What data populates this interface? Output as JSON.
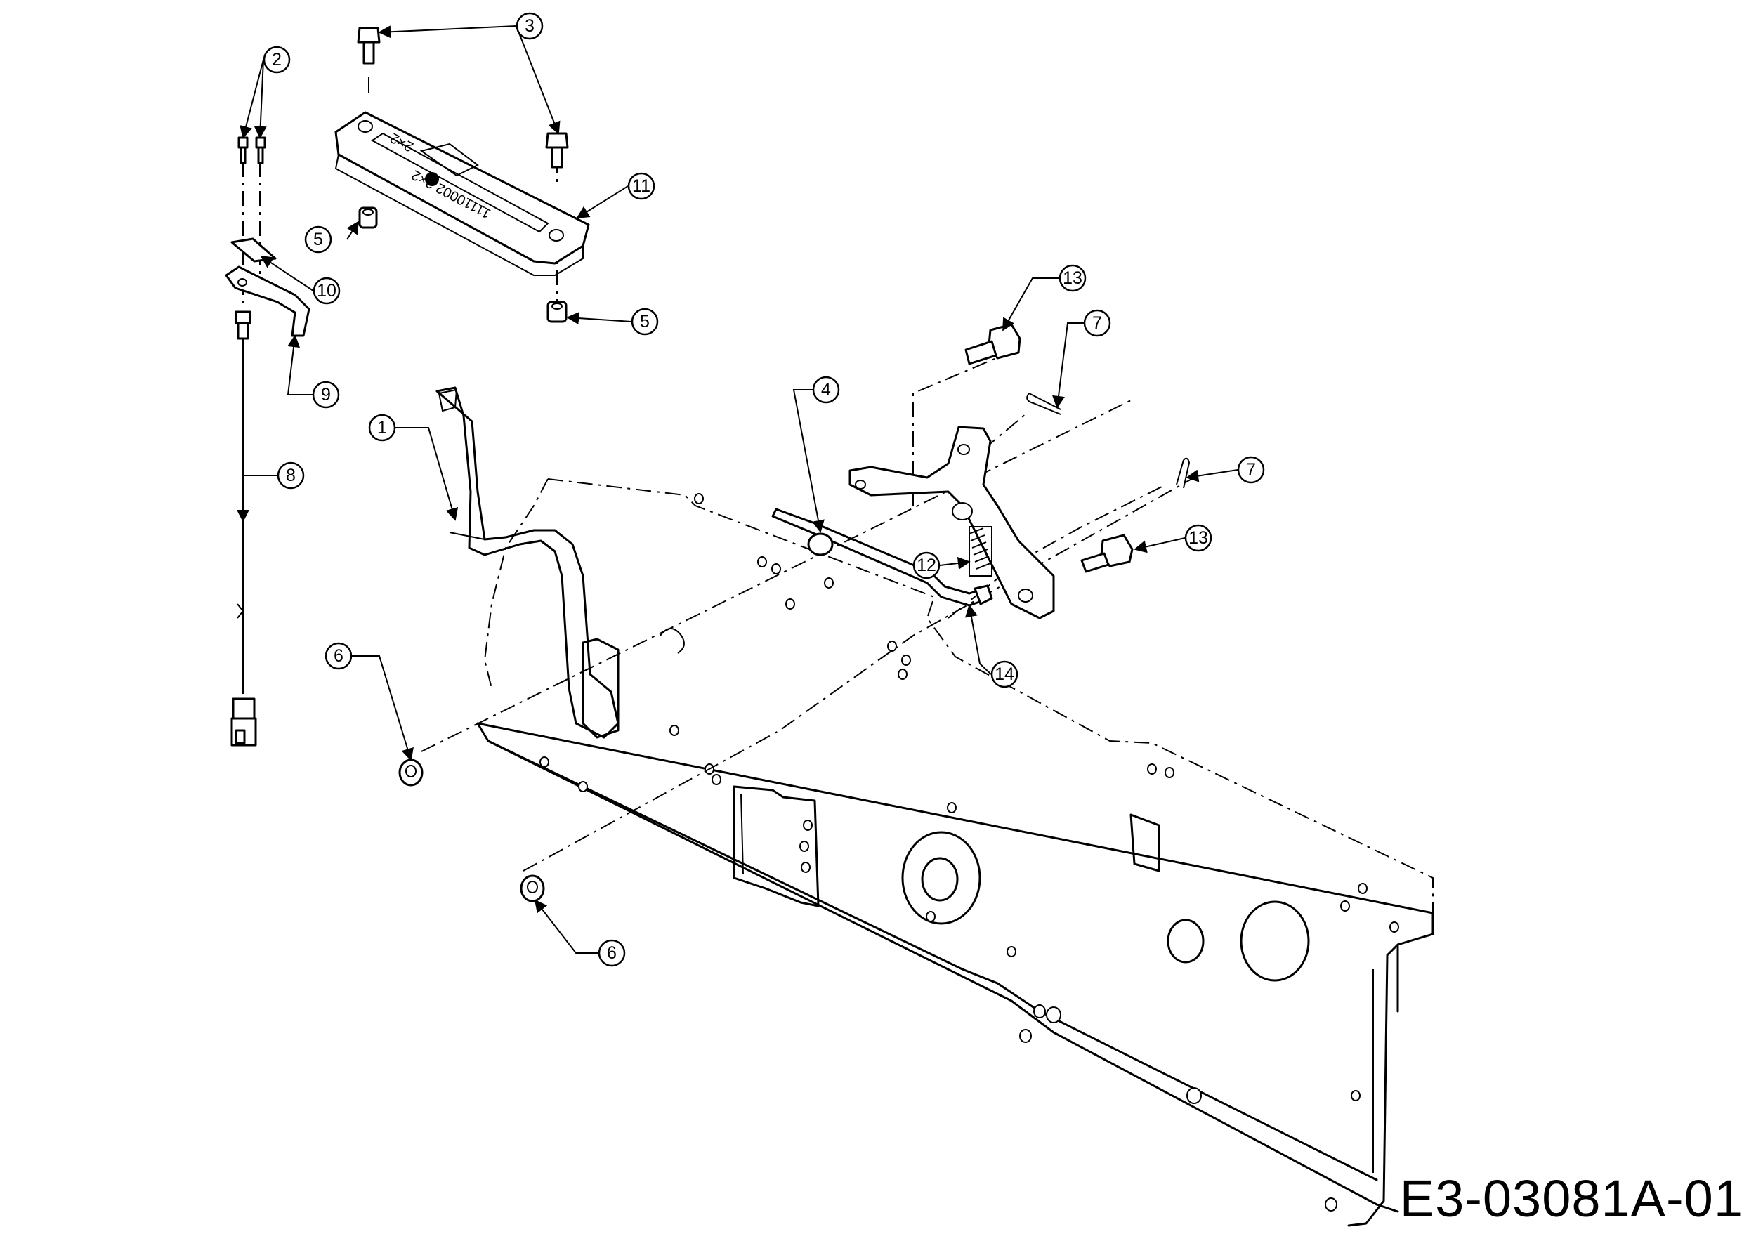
{
  "drawing_code": "E3-03081A-01",
  "callouts": [
    {
      "id": "c1",
      "label": "1"
    },
    {
      "id": "c2",
      "label": "2"
    },
    {
      "id": "c3",
      "label": "3"
    },
    {
      "id": "c4",
      "label": "4"
    },
    {
      "id": "c5a",
      "label": "5"
    },
    {
      "id": "c5b",
      "label": "5"
    },
    {
      "id": "c6a",
      "label": "6"
    },
    {
      "id": "c6b",
      "label": "6"
    },
    {
      "id": "c7a",
      "label": "7"
    },
    {
      "id": "c7b",
      "label": "7"
    },
    {
      "id": "c8",
      "label": "8"
    },
    {
      "id": "c9",
      "label": "9"
    },
    {
      "id": "c10",
      "label": "10"
    },
    {
      "id": "c11",
      "label": "11"
    },
    {
      "id": "c12",
      "label": "12"
    },
    {
      "id": "c13a",
      "label": "13"
    },
    {
      "id": "c13b",
      "label": "13"
    },
    {
      "id": "c14",
      "label": "14"
    }
  ]
}
